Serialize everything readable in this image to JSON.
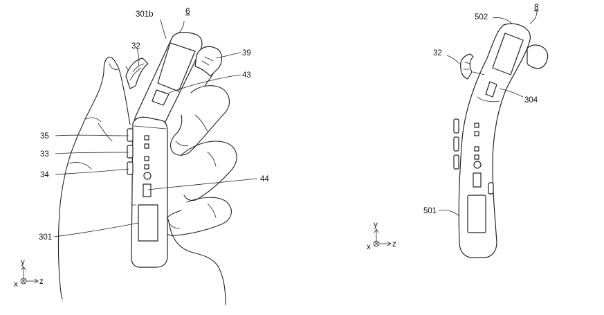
{
  "figure_left": {
    "device_label": "6",
    "labels": {
      "l_301b": "301b",
      "l_32": "32",
      "l_39": "39",
      "l_43": "43",
      "l_35": "35",
      "l_33": "33",
      "l_34": "34",
      "l_44": "44",
      "l_301": "301"
    },
    "axes": {
      "y": "y",
      "x": "x",
      "z": "z"
    }
  },
  "figure_right": {
    "device_label": "8",
    "labels": {
      "l_502": "502",
      "l_32": "32",
      "l_304": "304",
      "l_501": "501"
    },
    "axes": {
      "y": "y",
      "x": "x",
      "z": "z"
    }
  }
}
